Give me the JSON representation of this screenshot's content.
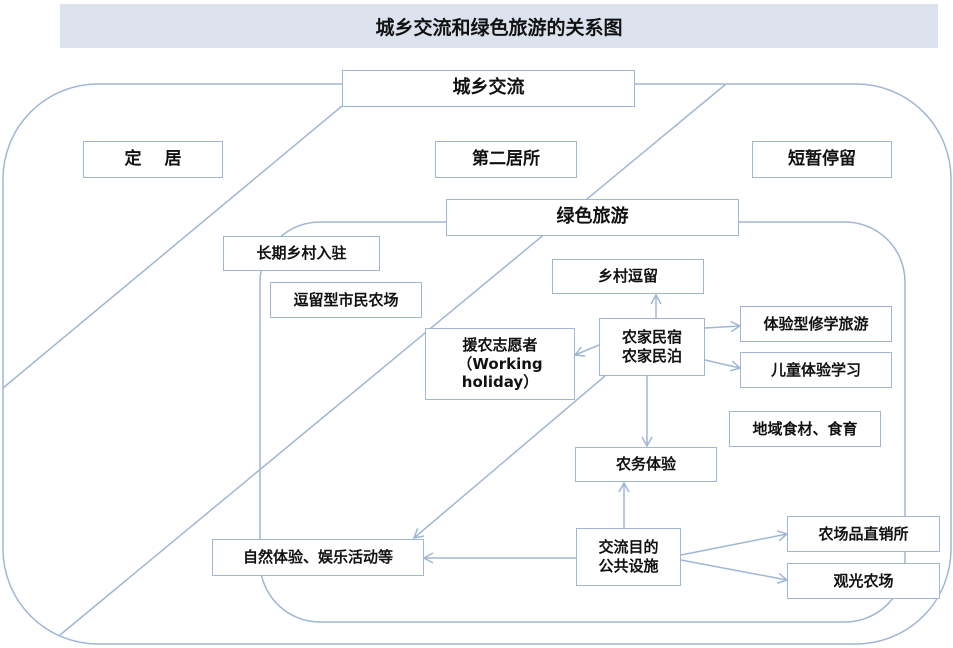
{
  "title": "城乡交流和绿色旅游的关系图",
  "labels": {
    "urban_rural": "城乡交流",
    "settle": "定　 居",
    "second_home": "第二居所",
    "short_stay": "短暂停留",
    "green_tourism": "绿色旅游",
    "long_term": "长期乡村入驻",
    "stay_farm": "逗留型市民农场",
    "rural_stay": "乡村逗留",
    "farm_inn_1": "农家民宿",
    "farm_inn_2": "农家民泊",
    "volunteer_1": "援农志愿者",
    "volunteer_2": "（Working",
    "volunteer_3": "holiday）",
    "study_tour": "体验型修学旅游",
    "child_learning": "儿童体验学习",
    "local_food": "地域食材、食育",
    "farm_experience": "农务体验",
    "nature_experience": "自然体验、娱乐活动等",
    "public_facility_1": "交流目的",
    "public_facility_2": "公共设施",
    "direct_sales": "农场品直销所",
    "tourist_farm": "观光农场"
  },
  "colors": {
    "line": "#9fb6d6",
    "title_bg": "#dce3ee"
  }
}
